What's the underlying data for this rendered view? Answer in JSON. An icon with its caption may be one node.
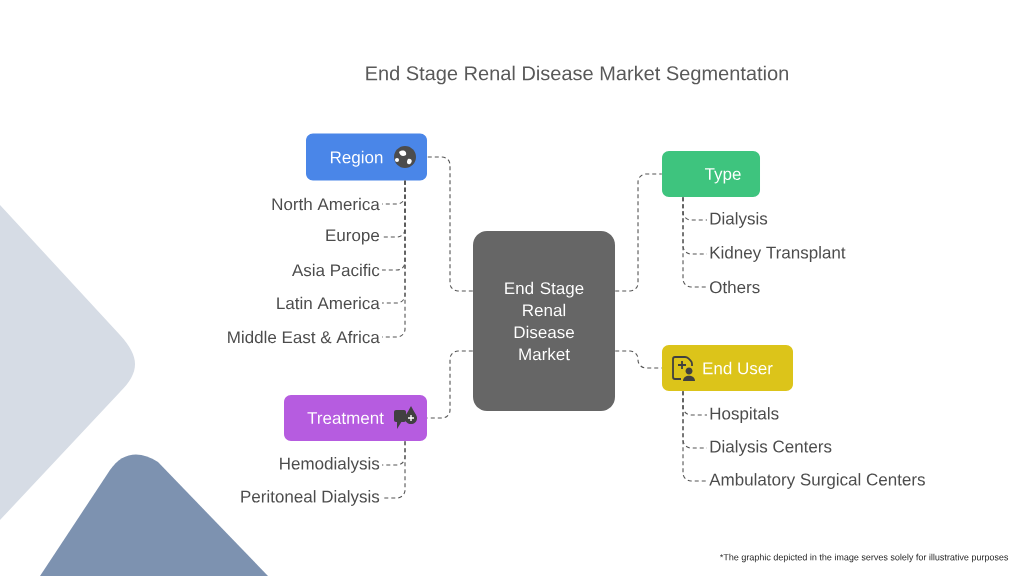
{
  "diagram": {
    "title": "End Stage Renal Disease Market Segmentation",
    "nodes": [
      {
        "text": [
          "End Stage Renal Disease Market"
        ]
      },
      {
        "text": [
          "Region"
        ]
      },
      {
        "text": [
          "North America"
        ]
      },
      {
        "text": [
          "Europe"
        ]
      },
      {
        "text": [
          "Asia Pacific"
        ]
      },
      {
        "text": [
          "Latin America"
        ]
      },
      {
        "text": [
          "Middle East & Africa"
        ]
      },
      {
        "text": [
          "Type"
        ]
      },
      {
        "text": [
          "Dialysis"
        ]
      },
      {
        "text": [
          "Kidney Transplant"
        ]
      },
      {
        "text": [
          "Others"
        ]
      },
      {
        "text": [
          "End User"
        ]
      },
      {
        "text": [
          "Hospitals"
        ]
      },
      {
        "text": [
          "Dialysis Centers"
        ]
      },
      {
        "text": [
          "Ambulatory Surgical Centers"
        ]
      },
      {
        "text": [
          "Treatment"
        ]
      },
      {
        "text": [
          "Hemodialysis"
        ]
      },
      {
        "text": [
          "Peritoneal Dialysis"
        ]
      }
    ],
    "edges": [
      {
        "from": 0,
        "to": 1,
        "arrow": "none"
      },
      {
        "from": 1,
        "to": 2,
        "arrow": "none"
      },
      {
        "from": 1,
        "to": 3,
        "arrow": "none"
      },
      {
        "from": 1,
        "to": 4,
        "arrow": "none"
      },
      {
        "from": 1,
        "to": 5,
        "arrow": "none"
      },
      {
        "from": 1,
        "to": 6,
        "arrow": "none"
      },
      {
        "from": 0,
        "to": 7,
        "arrow": "none"
      },
      {
        "from": 7,
        "to": 8,
        "arrow": "none"
      },
      {
        "from": 7,
        "to": 9,
        "arrow": "none"
      },
      {
        "from": 7,
        "to": 10,
        "arrow": "none"
      },
      {
        "from": 0,
        "to": 11,
        "arrow": "none"
      },
      {
        "from": 11,
        "to": 12,
        "arrow": "none"
      },
      {
        "from": 11,
        "to": 13,
        "arrow": "none"
      },
      {
        "from": 11,
        "to": 14,
        "arrow": "none"
      },
      {
        "from": 0,
        "to": 15,
        "arrow": "none"
      },
      {
        "from": 15,
        "to": 16,
        "arrow": "none"
      },
      {
        "from": 15,
        "to": 17,
        "arrow": "none"
      }
    ],
    "labels": [
      "*The graphic depicted in the image serves solely for illustrative purposes"
    ]
  }
}
